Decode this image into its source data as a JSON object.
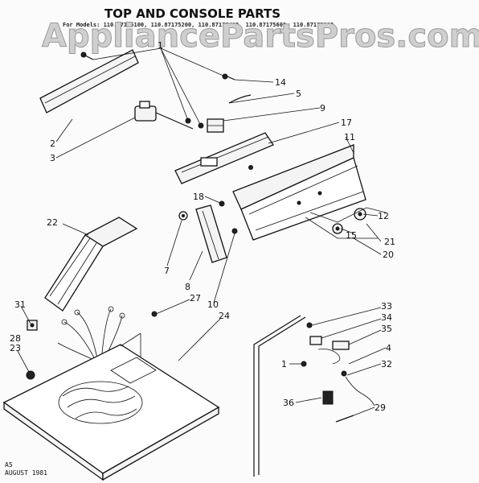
{
  "header": {
    "title": "TOP AND CONSOLE PARTS",
    "models": "For Models: 110.87175100, 110.87175200, 110.87175400, 110.87175600, 110.87175800"
  },
  "watermark": "AppliancePartsPros.com",
  "callouts": {
    "c1": "1",
    "c14": "14",
    "c5": "5",
    "c9": "9",
    "c17": "17",
    "c11": "11",
    "c2": "2",
    "c3": "3",
    "c18": "18",
    "c22": "22",
    "c7": "7",
    "c8": "8",
    "c10": "10",
    "c27": "27",
    "c24": "24",
    "c31": "31",
    "c28": "28",
    "c23": "23",
    "c12": "12",
    "c15": "15",
    "c21": "21",
    "c20": "20",
    "c33": "33",
    "c34": "34",
    "c35": "35",
    "c4": "4",
    "c32": "32",
    "c1b": "1",
    "c36": "36",
    "c29": "29"
  },
  "footer": {
    "code": "A5",
    "date": "AUGUST 1981"
  }
}
